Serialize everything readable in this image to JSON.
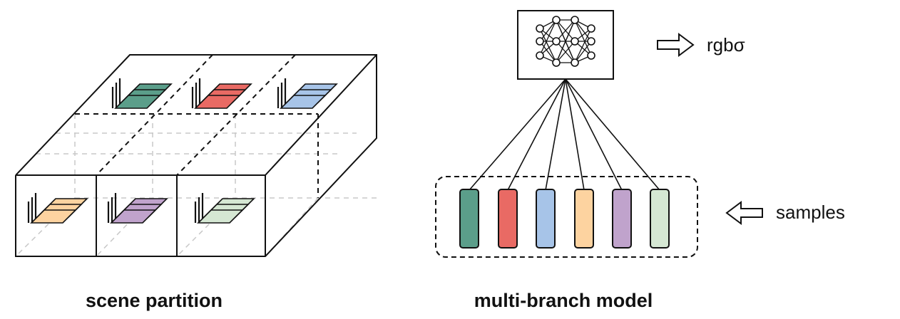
{
  "left_panel": {
    "caption": "scene partition"
  },
  "right_panel": {
    "caption": "multi-branch model",
    "output_label": "rgbσ",
    "input_label": "samples"
  },
  "colors": {
    "teal": "#5b9e8a",
    "red": "#e96a64",
    "blue": "#a7c4e8",
    "orange": "#fdd3a0",
    "purple": "#c0a3cc",
    "green": "#d5e7d3",
    "outline": "#111111",
    "hidden_edge": "#c8c8c8"
  },
  "icons": {
    "network": "neural-network-icon",
    "layer_stack": "layered-plane-icon",
    "arrow": "hollow-arrow-icon"
  },
  "branches": [
    "teal",
    "red",
    "blue",
    "orange",
    "purple",
    "green"
  ],
  "cells_back_row": [
    "teal",
    "red",
    "blue"
  ],
  "cells_front_row": [
    "orange",
    "purple",
    "green"
  ]
}
